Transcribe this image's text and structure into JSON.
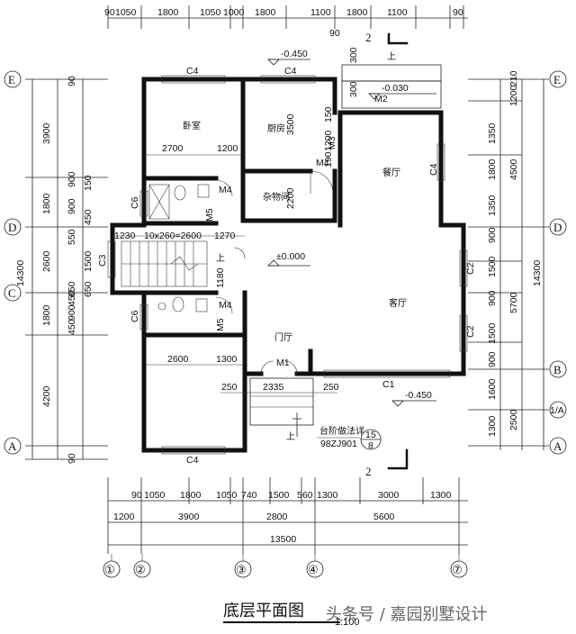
{
  "title": "底层平面图",
  "scale": "1:100",
  "watermark": "头条号 / 嘉园别墅设计",
  "axes": {
    "vertical": [
      "①",
      "②",
      "③",
      "④",
      "⑦"
    ],
    "horizontal": [
      "E",
      "D",
      "C",
      "B",
      "1/A",
      "A"
    ]
  },
  "dims": {
    "top_row": [
      "90",
      "1050",
      "1800",
      "1050",
      "1000",
      "1800",
      "1100",
      "1800",
      "1100",
      "90"
    ],
    "top_sub": "90",
    "bottom_row1": [
      "90",
      "1050",
      "1800",
      "1050",
      "740",
      "1500",
      "560",
      "1300",
      "3000",
      "1300"
    ],
    "bottom_row2": [
      "1200",
      "3900",
      "2800",
      "5600"
    ],
    "bottom_total": "13500",
    "left_outer": [
      "3900",
      "1800",
      "2600",
      "1800",
      "4200"
    ],
    "left_total": "14300",
    "left_inner": [
      "900",
      "900",
      "550",
      "1500",
      "650",
      "450",
      "900",
      "450",
      "90",
      "90",
      "150",
      "450",
      "650"
    ],
    "right_inner": [
      "210",
      "1200",
      "1350",
      "1800",
      "1350",
      "900",
      "1500",
      "900",
      "1500",
      "900",
      "1600",
      "1300"
    ],
    "right_mid": [
      "4500",
      "5700",
      "2500"
    ],
    "right_total": "14300"
  },
  "rooms": {
    "bedroom": "卧室",
    "kitchen": "厨房",
    "utility": "杂物间",
    "dining": "餐厅",
    "living": "客厅",
    "foyer": "门厅"
  },
  "labels": {
    "c4_a": "C4",
    "c4_b": "C4",
    "c4_c": "C4",
    "c4_d": "C4",
    "c6_a": "C6",
    "c6_b": "C6",
    "c3": "C3",
    "c2_a": "C2",
    "c2_b": "C2",
    "c1": "C1",
    "m2": "M2",
    "m3": "M3",
    "m4_a": "M4",
    "m4_b": "M4",
    "m4_c": "M4",
    "m5_a": "M5",
    "m5_b": "M5",
    "m1": "M1",
    "lev_top": "-0.450",
    "lev_porch": "-0.030",
    "lev_floor": "±0.000",
    "lev_bottom": "-0.450",
    "d2700": "2700",
    "d1200a": "1200",
    "d3500": "3500",
    "d2200": "2200",
    "d1200b": "1200",
    "d190": "190",
    "d150": "150",
    "d1230": "1230",
    "stair": "10x260=2600",
    "d1270": "1270",
    "d1180": "1180",
    "d2600": "2600",
    "d1300": "1300",
    "d250a": "250",
    "d2335": "2335",
    "d250b": "250",
    "d300a": "300",
    "d300b": "300",
    "section_top": "2",
    "section_bottom": "2",
    "up_a": "上",
    "up_b": "上",
    "up_c": "上",
    "ref_note": "台阶做法详",
    "ref_code": "98ZJ901",
    "ref_num": "15",
    "ref_den": "8"
  }
}
